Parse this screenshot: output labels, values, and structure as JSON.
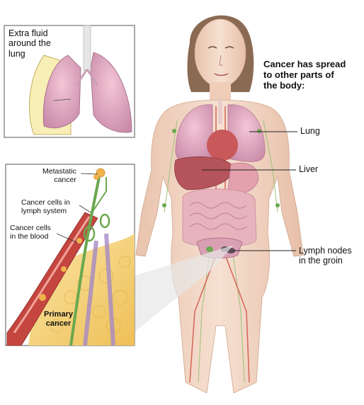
{
  "heading": "Cancer has spread\nto other parts of\nthe body:",
  "callouts": {
    "lung": "Lung",
    "liver": "Liver",
    "lymph_nodes": "Lymph nodes\nin the groin"
  },
  "lung_inset": {
    "label": "Extra fluid\naround the\nlung"
  },
  "spread_inset": {
    "metastatic": "Metastatic\ncancer",
    "lymph_system": "Cancer cells in\nlymph system",
    "blood": "Cancer cells\nin the blood",
    "primary": "Primary\ncancer"
  },
  "colors": {
    "skin": "#f2d7c4",
    "organ_pink": "#d98aa0",
    "lymph_green": "#6aa84f",
    "blood_red": "#c4463f",
    "fat_yellow": "#f3d27a"
  }
}
